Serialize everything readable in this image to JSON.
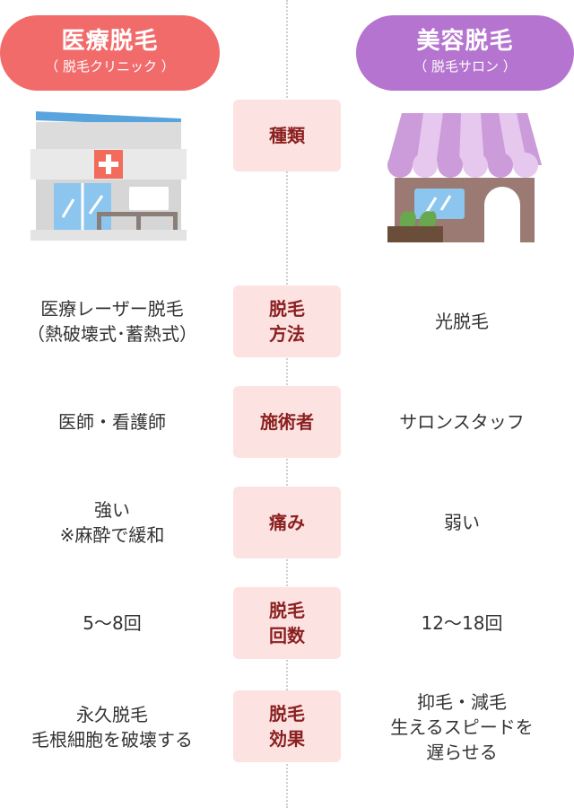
{
  "colors": {
    "clinic_accent": "#f26b6b",
    "salon_accent": "#b574cf",
    "label_bg": "#fde2e2",
    "label_text": "#8a1f1f"
  },
  "header": {
    "left": {
      "title": "医療脱毛",
      "subtitle": "（ 脱毛クリニック ）"
    },
    "right": {
      "title": "美容脱毛",
      "subtitle": "（ 脱毛サロン ）"
    }
  },
  "illustrations": {
    "left": "clinic-building-icon",
    "right": "salon-storefront-icon"
  },
  "rows": [
    {
      "label": "種類",
      "left": "",
      "right": ""
    },
    {
      "label": "脱毛\n方法",
      "left": "医療レーザー脱毛\n（熱破壊式･蓄熱式）",
      "right": "光脱毛"
    },
    {
      "label": "施術者",
      "left": "医師・看護師",
      "right": "サロンスタッフ"
    },
    {
      "label": "痛み",
      "left": "強い\n※麻酔で緩和",
      "right": "弱い"
    },
    {
      "label": "脱毛\n回数",
      "left": "5～8回",
      "right": "12～18回"
    },
    {
      "label": "脱毛\n効果",
      "left": "永久脱毛\n毛根細胞を破壊する",
      "right": "抑毛・減毛\n生えるスピードを\n遅らせる"
    }
  ]
}
